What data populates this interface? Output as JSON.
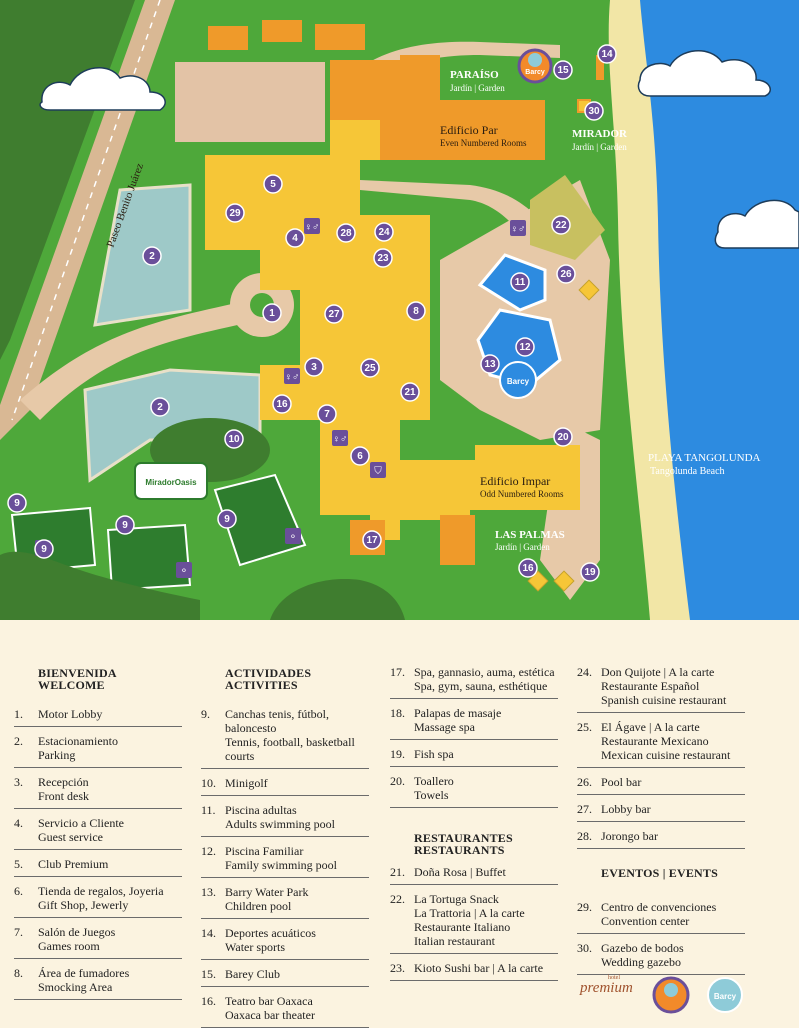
{
  "map": {
    "labels": {
      "paraiso_title": "PARAÍSO",
      "paraiso_sub": "Jardín | Garden",
      "mirador_title": "MIRADOR",
      "mirador_sub": "Jardín | Garden",
      "edificio_par_title": "Edificio Par",
      "edificio_par_sub": "Even Numbered Rooms",
      "edificio_impar_title": "Edificio Impar",
      "edificio_impar_sub": "Odd Numbered Rooms",
      "las_palmas_title": "LAS PALMAS",
      "las_palmas_sub": "Jardín | Garden",
      "beach_title": "PLAYA TANGOLUNDA",
      "beach_sub": "Tangolunda Beach",
      "road": "Paseo Benito Juárez",
      "minigolf_sign": "MiradorOasis",
      "barcy": "Barcy"
    },
    "pins": [
      "1",
      "2",
      "2",
      "3",
      "4",
      "5",
      "6",
      "7",
      "8",
      "9",
      "9",
      "9",
      "9",
      "10",
      "11",
      "12",
      "13",
      "14",
      "15",
      "16",
      "17",
      "19",
      "20",
      "21",
      "22",
      "23",
      "24",
      "25",
      "26",
      "27",
      "28",
      "29",
      "30",
      "16"
    ],
    "colors": {
      "grass": "#4ea83a",
      "dark_grass": "#3f7d2f",
      "building": "#f6c637",
      "orange_building": "#ef9a2a",
      "sand": "#f2e6a6",
      "ocean": "#2d8be0",
      "path": "#e7c9a8",
      "pin": "#6a4f9a"
    }
  },
  "legend": {
    "col1": {
      "heading": "BIENVENIDA\nWELCOME",
      "items": [
        {
          "n": "1.",
          "t": "Motor Lobby"
        },
        {
          "n": "2.",
          "t": "Estacionamiento\nParking"
        },
        {
          "n": "3.",
          "t": "Recepción\nFront desk"
        },
        {
          "n": "4.",
          "t": "Servicio a Cliente\nGuest service"
        },
        {
          "n": "5.",
          "t": "Club Premium"
        },
        {
          "n": "6.",
          "t": "Tienda de regalos, Joyeria\nGift Shop, Jewerly"
        },
        {
          "n": "7.",
          "t": "Salón de Juegos\nGames room"
        },
        {
          "n": "8.",
          "t": "Área de fumadores\nSmocking Area"
        }
      ]
    },
    "col2": {
      "heading": "ACTIVIDADES\nACTIVITIES",
      "items": [
        {
          "n": "9.",
          "t": "Canchas tenis, fútbol,\nbaloncesto\nTennis, football, basketball\ncourts"
        },
        {
          "n": "10.",
          "t": "Minigolf"
        },
        {
          "n": "11.",
          "t": "Piscina adultas\nAdults swimming pool"
        },
        {
          "n": "12.",
          "t": "Piscina Familiar\nFamily swimming pool"
        },
        {
          "n": "13.",
          "t": "Barry Water Park\nChildren pool"
        },
        {
          "n": "14.",
          "t": "Deportes acuáticos\nWater sports"
        },
        {
          "n": "15.",
          "t": "Barey Club"
        },
        {
          "n": "16.",
          "t": "Teatro bar Oaxaca\nOaxaca bar theater"
        }
      ]
    },
    "col3": {
      "items_a": [
        {
          "n": "17.",
          "t": "Spa, gannasio, auma, estética\nSpa, gym, sauna, esthétique"
        },
        {
          "n": "18.",
          "t": "Palapas de masaje\nMassage spa"
        },
        {
          "n": "19.",
          "t": "Fish spa"
        },
        {
          "n": "20.",
          "t": "Toallero\nTowels"
        }
      ],
      "heading": "RESTAURANTES\nRESTAURANTS",
      "items_b": [
        {
          "n": "21.",
          "t": "Doña Rosa | Buffet"
        },
        {
          "n": "22.",
          "t": "La Tortuga Snack\nLa Trattoria | A la carte\nRestaurante Italiano\nItalian restaurant"
        },
        {
          "n": "23.",
          "t": "Kioto Sushi bar | A la carte"
        }
      ]
    },
    "col4": {
      "items_a": [
        {
          "n": "24.",
          "t": "Don Quijote | A la carte\nRestaurante Español\nSpanish cuisine restaurant"
        },
        {
          "n": "25.",
          "t": "El Ágave | A la carte\nRestaurante Mexicano\nMexican cuisine restaurant"
        },
        {
          "n": "26.",
          "t": "Pool bar"
        },
        {
          "n": "27.",
          "t": "Lobby bar"
        },
        {
          "n": "28.",
          "t": "Jorongo bar"
        }
      ],
      "heading": "EVENTOS | EVENTS",
      "items_b": [
        {
          "n": "29.",
          "t": "Centro de convenciones\nConvention center"
        },
        {
          "n": "30.",
          "t": "Gazebo de bodos\nWedding gazebo"
        }
      ]
    },
    "brand": {
      "small": "hotel",
      "premium": "premium",
      "barcy": "Barcy"
    }
  }
}
